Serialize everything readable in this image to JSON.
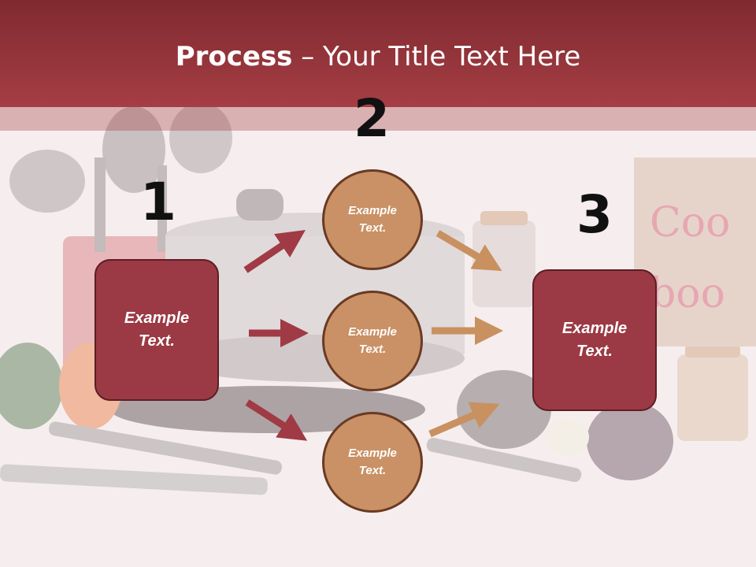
{
  "slide": {
    "title_bold": "Process",
    "title_rest": " – Your Title Text Here"
  },
  "steps": [
    {
      "number": "1",
      "text": "Example\nText."
    },
    {
      "number": "2"
    },
    {
      "number": "3",
      "text": "Example\nText."
    }
  ],
  "circles": [
    {
      "text": "Example\nText."
    },
    {
      "text": "Example\nText."
    },
    {
      "text": "Example\nText."
    }
  ],
  "colors": {
    "title_bar": "#a53e44",
    "box_fill": "#9b3a44",
    "circle_fill": "#c99165",
    "arrow_red": "#a03a44",
    "arrow_tan": "#c9915f"
  }
}
